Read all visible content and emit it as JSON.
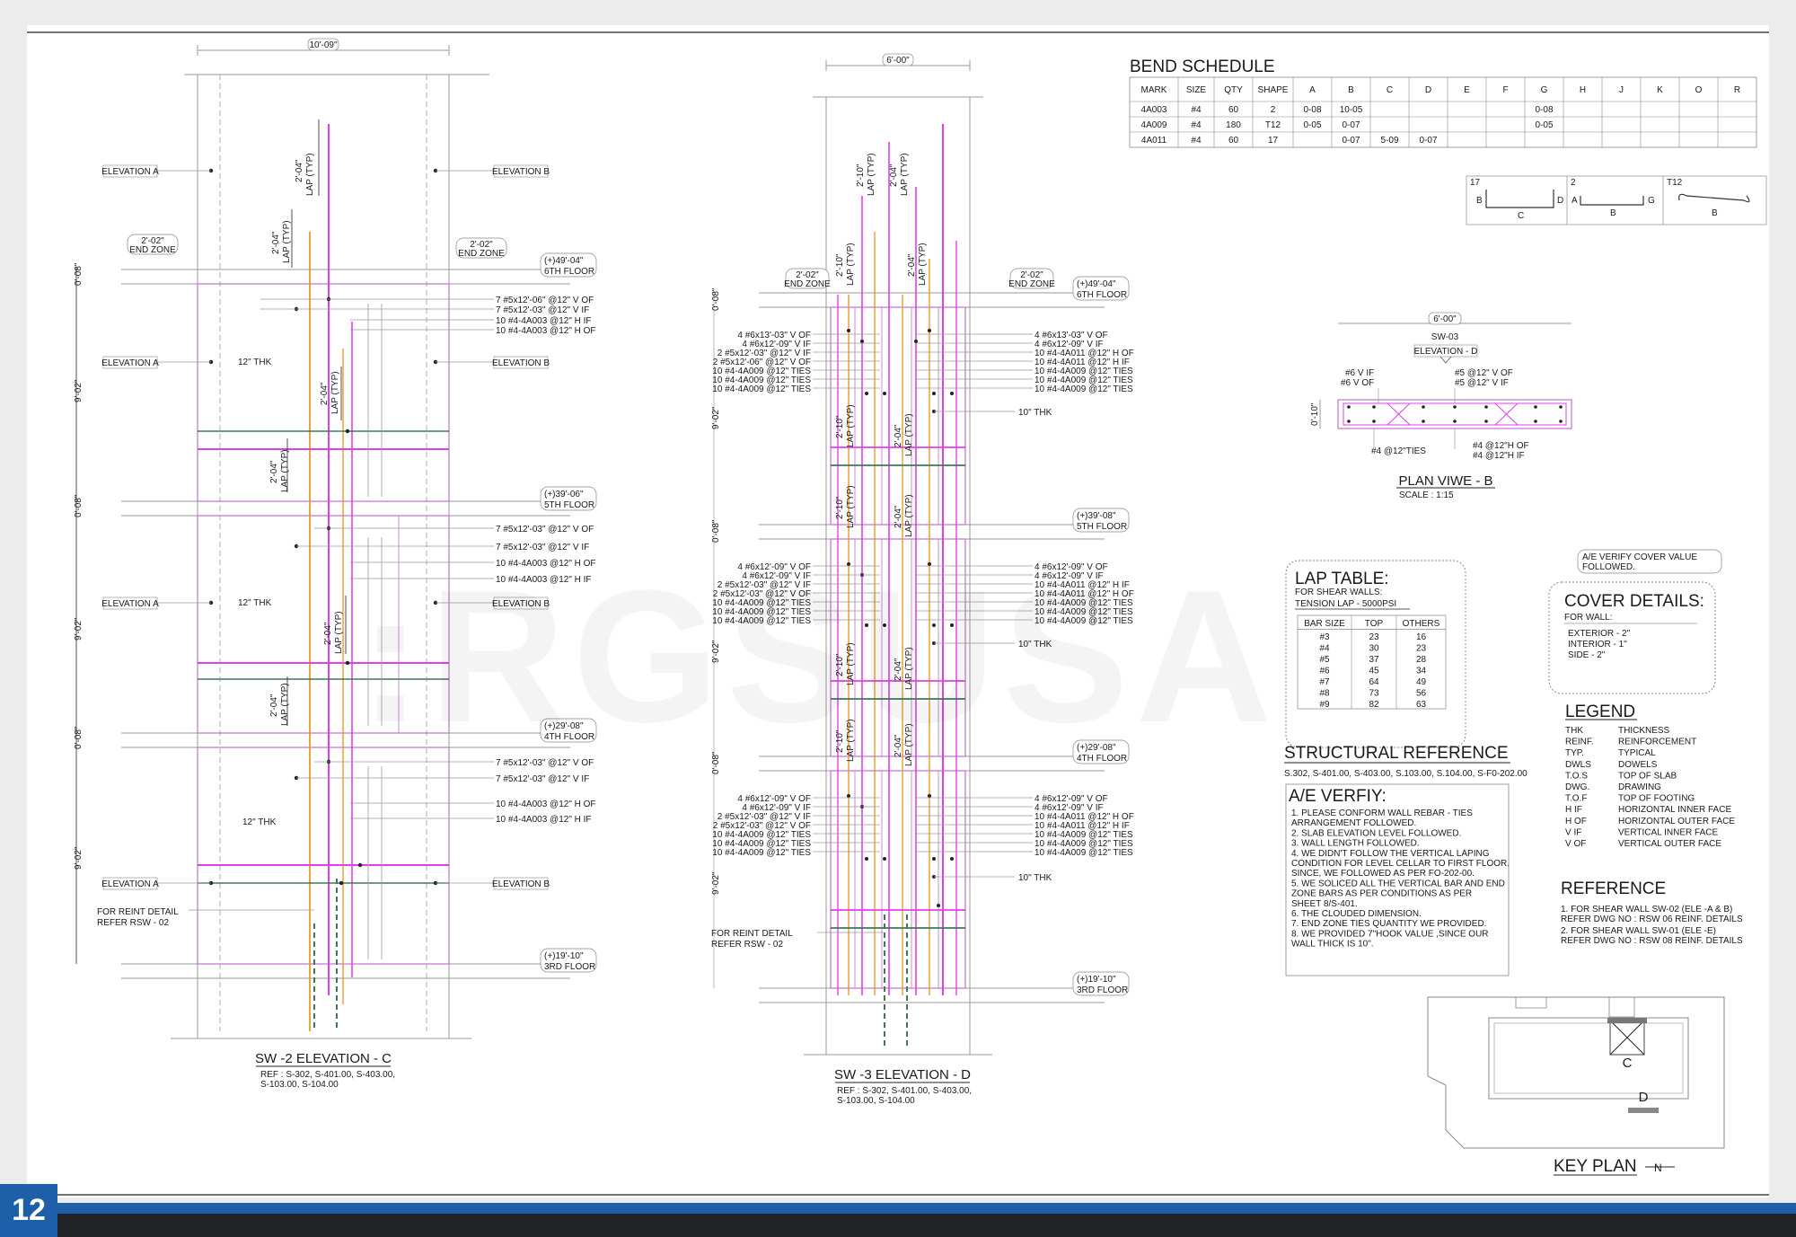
{
  "page_number": "12",
  "watermark": ":RGSUSA",
  "colors": {
    "accent_blue": "#1d5fa8",
    "rebar_magenta": "#e040e8",
    "rebar_orange": "#e89a2a",
    "footer_dark": "#222426"
  },
  "sw2": {
    "title": "SW -2 ELEVATION - C",
    "ref1": "REF : S-302, S-401.00, S-403.00,",
    "ref2": "S-103.00, S-104.00",
    "top_dim": "10'-09\"",
    "end_zone": "2'-02\"",
    "end_zone_label": "END ZONE",
    "elev_a": "ELEVATION A",
    "elev_b": "ELEVATION B",
    "thk": "12\" THK",
    "lap": "LAP (TYP)",
    "lap_len": "2'-04\"",
    "floors": [
      {
        "elev": "(+)49'-04\"",
        "name": "6TH FLOOR"
      },
      {
        "elev": "(+)39'-06\"",
        "name": "5TH FLOOR"
      },
      {
        "elev": "(+)29'-08\"",
        "name": "4TH FLOOR"
      },
      {
        "elev": "(+)19'-10\"",
        "name": "3RD FLOOR"
      }
    ],
    "left_dims": [
      "0'-08\"",
      "9'-02\"",
      "0'-08\"",
      "9'-02\"",
      "0'-08\"",
      "9'-02\""
    ],
    "notes1": [
      "7 #5x12'-06\" @12\" V OF",
      "7 #5x12'-03\" @12\" V IF",
      "10 #4-4A003 @12\" H IF",
      "10 #4-4A003 @12\" H OF"
    ],
    "notes2": [
      "7 #5x12'-03\" @12\" V OF",
      "7 #5x12'-03\" @12\" V IF",
      "10 #4-4A003 @12\" H OF",
      "10 #4-4A003 @12\" H IF"
    ],
    "notes3": [
      "7 #5x12'-03\" @12\" V OF",
      "7 #5x12'-03\" @12\" V IF",
      "10 #4-4A003 @12\" H OF",
      "10 #4-4A003 @12\" H IF"
    ],
    "reinf1": "FOR REINT DETAIL",
    "reinf2": "REFER RSW - 02"
  },
  "sw3": {
    "title": "SW -3 ELEVATION - D",
    "ref1": "REF : S-302, S-401.00, S-403.00,",
    "ref2": "S-103.00, S-104.00",
    "top_dim": "6'-00\"",
    "end_zone": "2'-02\"",
    "end_zone_label": "END ZONE",
    "thk": "10\" THK",
    "lap": "LAP (TYP)",
    "lap_a": "2'-10\"",
    "lap_b": "2'-04\"",
    "floors": [
      {
        "elev": "(+)49'-04\"",
        "name": "6TH FLOOR"
      },
      {
        "elev": "(+)39'-08\"",
        "name": "5TH FLOOR"
      },
      {
        "elev": "(+)29'-08\"",
        "name": "4TH FLOOR"
      },
      {
        "elev": "(+)19'-10\"",
        "name": "3RD FLOOR"
      }
    ],
    "left_dims": [
      "0'-08\"",
      "9'-02\"",
      "0'-08\"",
      "9'-02\"",
      "0'-08\"",
      "9'-02\""
    ],
    "left_notes1": [
      "4 #6x13'-03\"  V OF",
      "4 #6x12'-09\"  V IF",
      "2 #5x12'-03\" @12\" V IF",
      "2 #5x12'-06\" @12\" V OF",
      "10 #4-4A009 @12\" TIES",
      "10 #4-4A009 @12\" TIES",
      "10 #4-4A009 @12\" TIES"
    ],
    "right_notes1": [
      "4 #6x13'-03\"  V OF",
      "4 #6x12'-09\"  V IF",
      "10 #4-4A011 @12\" H OF",
      "10 #4-4A011 @12\" H IF",
      "10 #4-4A009 @12\" TIES",
      "10 #4-4A009 @12\" TIES",
      "10 #4-4A009 @12\" TIES"
    ],
    "left_notes2": [
      "4 #6x12'-09\"  V OF",
      "4 #6x12'-09\"  V IF",
      "2 #5x12'-03\" @12\" V IF",
      "2 #5x12'-03\" @12\" V OF",
      "10 #4-4A009 @12\" TIES",
      "10 #4-4A009 @12\" TIES",
      "10 #4-4A009 @12\" TIES"
    ],
    "right_notes2": [
      "4 #6x12'-09\"  V OF",
      "4 #6x12'-09\"  V IF",
      "10 #4-4A011 @12\" H IF",
      "10 #4-4A011 @12\" H OF",
      "10 #4-4A009 @12\" TIES",
      "10 #4-4A009 @12\" TIES",
      "10 #4-4A009 @12\" TIES"
    ],
    "left_notes3": [
      "4 #6x12'-09\"  V OF",
      "4 #6x12'-09\"  V IF",
      "2 #5x12'-03\" @12\" V IF",
      "2 #5x12'-03\" @12\" V OF",
      "10 #4-4A009 @12\" TIES",
      "10 #4-4A009 @12\" TIES",
      "10 #4-4A009 @12\" TIES"
    ],
    "right_notes3": [
      "4 #6x12'-09\"  V OF",
      "4 #6x12'-09\"  V IF",
      "10 #4-4A011 @12\" H OF",
      "10 #4-4A011 @12\" H IF",
      "10 #4-4A009 @12\" TIES",
      "10 #4-4A009 @12\" TIES",
      "10 #4-4A009 @12\" TIES"
    ],
    "reinf1": "FOR REINT DETAIL",
    "reinf2": "REFER RSW - 02"
  },
  "bend_schedule": {
    "title": "BEND SCHEDULE",
    "headers": [
      "MARK",
      "SIZE",
      "QTY",
      "SHAPE",
      "A",
      "B",
      "C",
      "D",
      "E",
      "F",
      "G",
      "H",
      "J",
      "K",
      "O",
      "R"
    ],
    "rows": [
      [
        "4A003",
        "#4",
        "60",
        "2",
        "0-08",
        "10-05",
        "",
        "",
        "",
        "",
        "0-08",
        "",
        "",
        "",
        "",
        ""
      ],
      [
        "4A009",
        "#4",
        "180",
        "T12",
        "0-05",
        "0-07",
        "",
        "",
        "",
        "",
        "0-05",
        "",
        "",
        "",
        "",
        ""
      ],
      [
        "4A011",
        "#4",
        "60",
        "17",
        "",
        "0-07",
        "5-09",
        "0-07",
        "",
        "",
        "",
        "",
        "",
        "",
        "",
        ""
      ]
    ]
  },
  "shapes": [
    {
      "code": "17",
      "labels": [
        "B",
        "C",
        "D"
      ]
    },
    {
      "code": "2",
      "labels": [
        "A",
        "B",
        "G"
      ]
    },
    {
      "code": "T12",
      "labels": [
        "B"
      ]
    }
  ],
  "plan": {
    "dim": "6'-00\"",
    "wall_id": "SW-03",
    "elev": "ELEVATION - D",
    "side_dim": "0'-10\"",
    "n1": "#6  V IF",
    "n2": "#6  V OF",
    "n3": "#5 @12\" V OF",
    "n4": "#5 @12\" V IF",
    "n5": "#4 @12\"TIES",
    "n6": "#4 @12\"H OF",
    "n7": "#4 @12\"H IF",
    "title": "PLAN VIWE - B",
    "scale": "SCALE : 1:15"
  },
  "lap_table": {
    "title": "LAP TABLE:",
    "sub1": "FOR SHEAR WALLS:",
    "sub2": "TENSION LAP - 5000PSI",
    "headers": [
      "BAR SIZE",
      "TOP",
      "OTHERS"
    ],
    "rows": [
      [
        "#3",
        "23",
        "16"
      ],
      [
        "#4",
        "30",
        "23"
      ],
      [
        "#5",
        "37",
        "28"
      ],
      [
        "#6",
        "45",
        "34"
      ],
      [
        "#7",
        "64",
        "49"
      ],
      [
        "#8",
        "73",
        "56"
      ],
      [
        "#9",
        "82",
        "63"
      ]
    ]
  },
  "cover": {
    "note": [
      "A/E VERIFY COVER VALUE",
      "FOLLOWED."
    ],
    "title": "COVER DETAILS:",
    "lines": [
      "FOR WALL:",
      "EXTERIOR - 2\"",
      "INTERIOR - 1\"",
      "SIDE - 2\""
    ]
  },
  "legend": {
    "title": "LEGEND",
    "items": [
      [
        "THK",
        "THICKNESS"
      ],
      [
        "REINF.",
        "REINFORCEMENT"
      ],
      [
        "TYP.",
        "TYPICAL"
      ],
      [
        "DWLS",
        "DOWELS"
      ],
      [
        "T.O.S",
        "TOP OF SLAB"
      ],
      [
        "DWG.",
        "DRAWING"
      ],
      [
        "T.O.F",
        "TOP OF FOOTING"
      ],
      [
        "H IF",
        "HORIZONTAL INNER FACE"
      ],
      [
        "H OF",
        "HORIZONTAL OUTER FACE"
      ],
      [
        "V IF",
        "VERTICAL INNER FACE"
      ],
      [
        "V OF",
        "VERTICAL OUTER FACE"
      ]
    ]
  },
  "structural_reference": {
    "title": "STRUCTURAL REFERENCE",
    "text": "S.302, S-401.00, S-403.00, S.103.00, S.104.00, S-F0-202.00"
  },
  "ae_verify": {
    "title": "A/E VERFIY:",
    "lines": [
      "1. PLEASE CONFORM WALL REBAR - TIES",
      "    ARRANGEMENT FOLLOWED.",
      "2. SLAB ELEVATION LEVEL FOLLOWED.",
      "3. WALL LENGTH FOLLOWED.",
      "4. WE DIDN'T FOLLOW THE VERTICAL LAPING",
      "    CONDITION FOR LEVEL CELLAR TO FIRST FLOOR.",
      "    SINCE, WE FOLLOWED AS PER FO-202-00.",
      "5. WE SOLICED ALL THE VERTICAL BAR AND END",
      "    ZONE BARS AS PER CONDITIONS AS PER",
      "    SHEET 8/S-401.",
      "6. THE CLOUDED DIMENSION.",
      "7. END ZONE TIES QUANTITY WE PROVIDED.",
      "8. WE PROVIDED 7\"HOOK VALUE ,SINCE OUR",
      "    WALL THICK IS 10\"."
    ]
  },
  "reference": {
    "title": "REFERENCE",
    "lines": [
      "1. FOR SHEAR WALL SW-02 (ELE -A & B)",
      "REFER DWG NO : RSW 06 REINF. DETAILS",
      "2. FOR SHEAR WALL SW-01 (ELE -E)",
      "REFER DWG NO : RSW 08 REINF. DETAILS"
    ]
  },
  "key_plan": {
    "title": "KEY PLAN",
    "north": "N",
    "mark_c": "C",
    "mark_d": "D"
  }
}
